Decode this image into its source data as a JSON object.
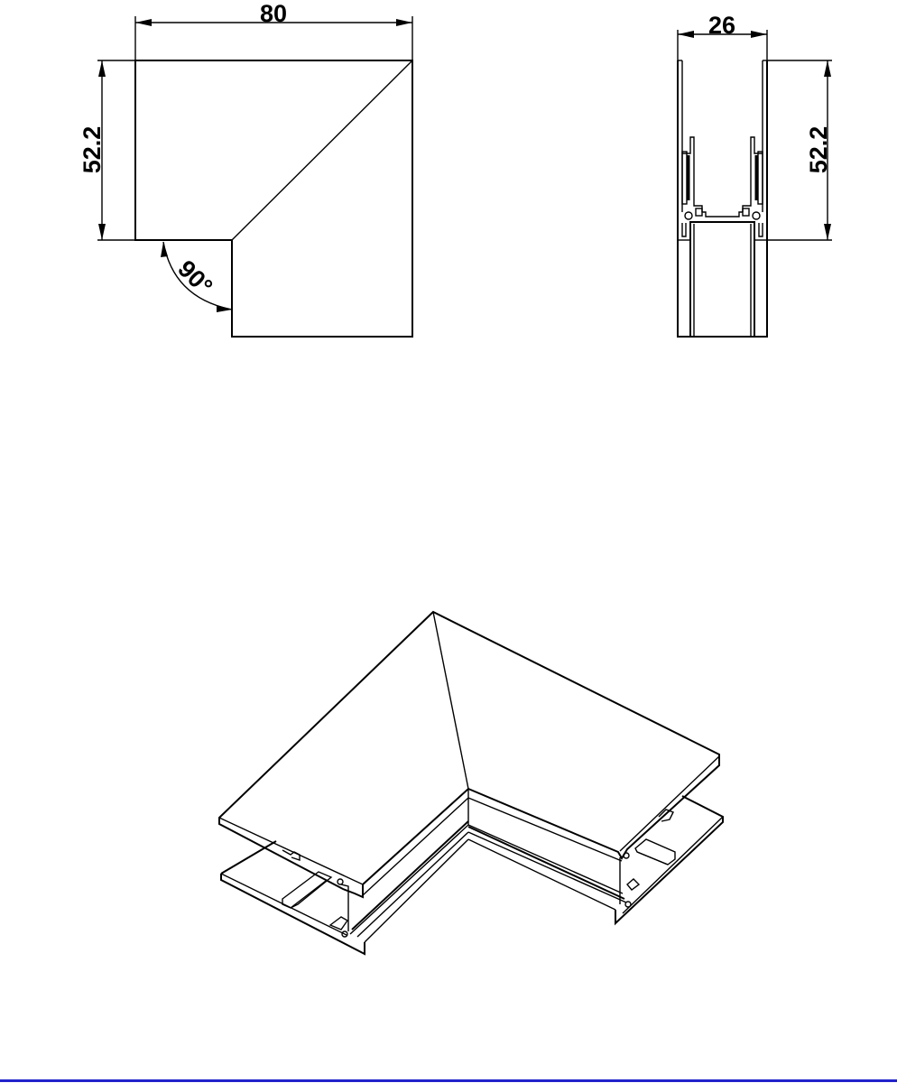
{
  "drawing": {
    "top_view": {
      "width_label": "80",
      "height_label": "52.2",
      "angle_label": "90°"
    },
    "side_view": {
      "width_label": "26",
      "height_label": "52.2"
    },
    "isometric_view": {
      "description": "90-degree corner connector for aluminium profile"
    },
    "colors": {
      "line": "#000000",
      "background": "#ffffff",
      "bottom_rule": "#2222cc"
    }
  }
}
